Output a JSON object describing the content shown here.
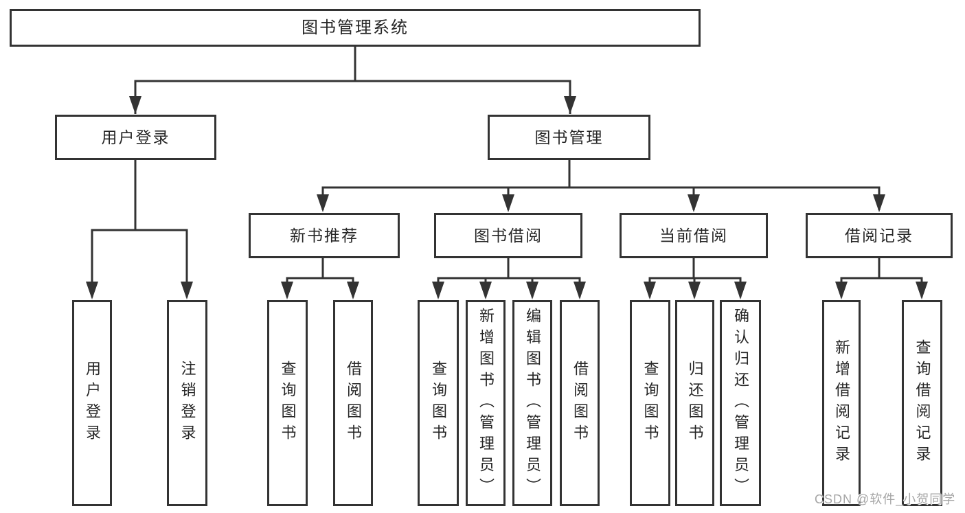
{
  "tree": {
    "root": "图书管理系统",
    "level2": [
      "用户登录",
      "图书管理"
    ],
    "level3": [
      "新书推荐",
      "图书借阅",
      "当前借阅",
      "借阅记录"
    ],
    "leaves": [
      "用户登录",
      "注销登录",
      "查询图书",
      "借阅图书",
      "查询图书",
      "新增图书（管理员）",
      "编辑图书（管理员）",
      "借阅图书",
      "查询图书",
      "归还图书",
      "确认归还（管理员）",
      "新增借阅记录",
      "查询借阅记录"
    ]
  },
  "watermark": {
    "text": "CSDN @软件_小贺同学"
  },
  "colors": {
    "line": "#333333",
    "text": "#262626",
    "watermark": "#a6a6a6",
    "background": "#ffffff"
  }
}
